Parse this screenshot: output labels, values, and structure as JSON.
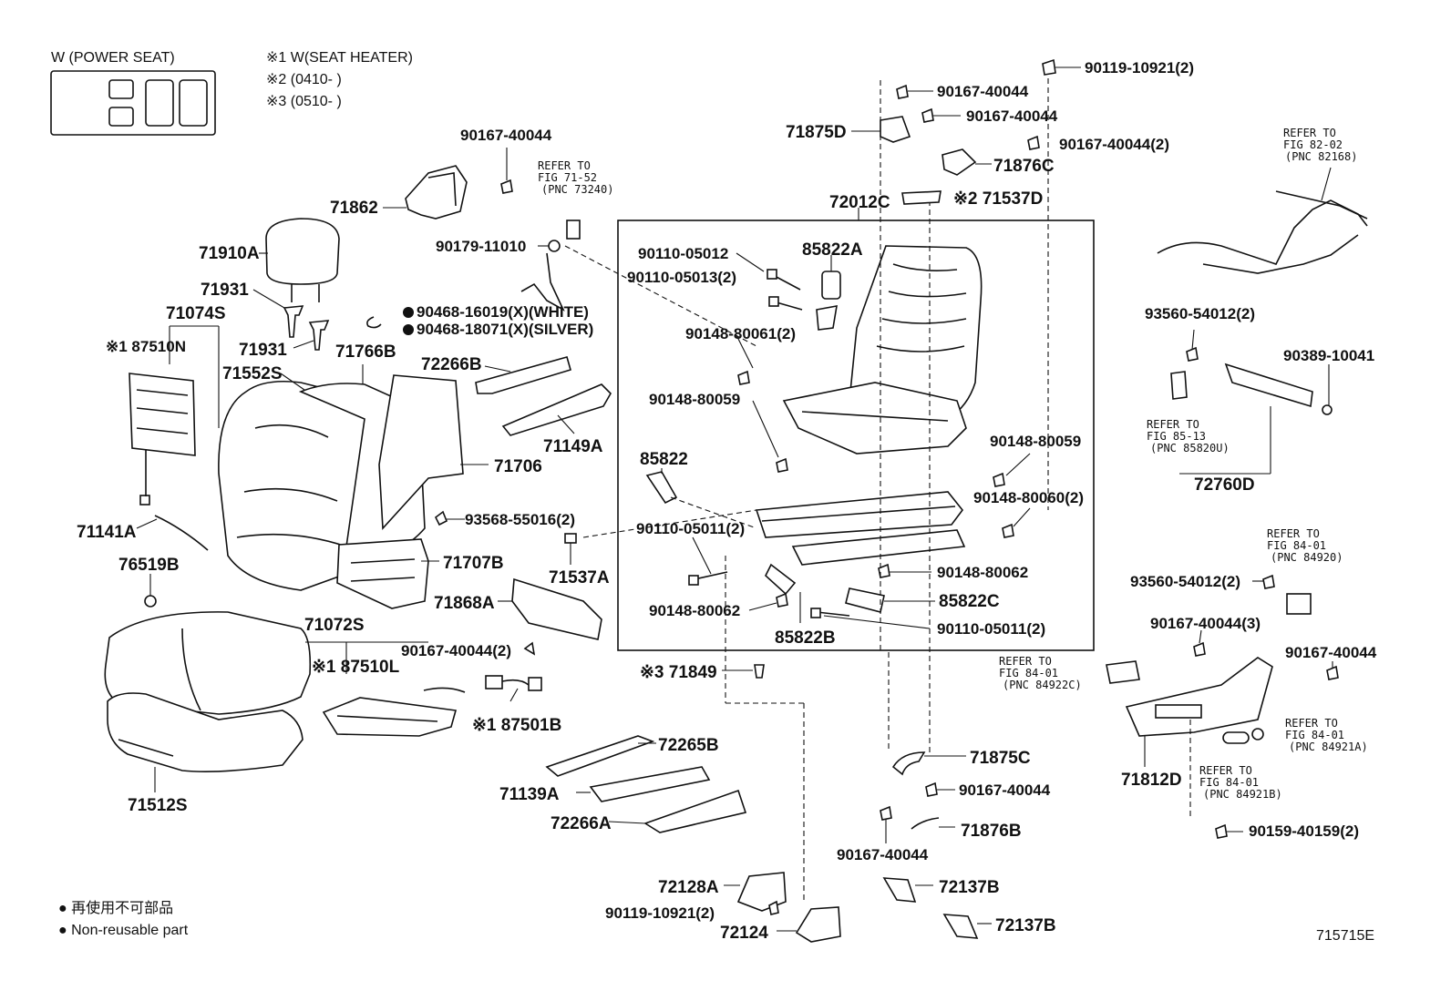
{
  "variants": {
    "power_seat": "W (POWER SEAT)",
    "n1": "※1 W(SEAT HEATER)",
    "n2": "※2 (0410-    )",
    "n3": "※3 (0510-    )"
  },
  "legend": {
    "jp": "● 再使用不可部品",
    "en": "● Non-reusable part"
  },
  "figure_id": "715715E",
  "refs": {
    "r7152": [
      "REFER TO",
      "FIG 71-52",
      "(PNC 73240)"
    ],
    "r8202": [
      "REFER TO",
      "FIG 82-02",
      "(PNC 82168)"
    ],
    "r8513": [
      "REFER TO",
      "FIG 85-13",
      "(PNC 85820U)"
    ],
    "r8401a": [
      "REFER TO",
      "FIG 84-01",
      "(PNC 84920)"
    ],
    "r8401b": [
      "REFER TO",
      "FIG 84-01",
      "(PNC 84922C)"
    ],
    "r8401c": [
      "REFER TO",
      "FIG 84-01",
      "(PNC 84921A)"
    ],
    "r8401d": [
      "REFER TO",
      "FIG 84-01",
      "(PNC 84921B)"
    ]
  },
  "parts": {
    "p71862": "71862",
    "p90167_a": "90167-40044",
    "p71910A": "71910A",
    "p90179": "90179-11010",
    "p71931a": "71931",
    "p71931b": "71931",
    "p71074S": "71074S",
    "p187510N": "※1 87510N",
    "p90468_1": "● 90468-16019(X)(WHITE)",
    "p90468_2": "● 90468-18071(X)(SILVER)",
    "p71552S": "71552S",
    "p71766B": "71766B",
    "p72266B": "72266B",
    "p71149A": "71149A",
    "p71706": "71706",
    "p71141A": "71141A",
    "p93568": "93568-55016(2)",
    "p76519B": "76519B",
    "p71707B": "71707B",
    "p71072S": "71072S",
    "p187510L": "※1 87510L",
    "p90167_2": "90167-40044(2)",
    "p187501B": "※1 87501B",
    "p71512S": "71512S",
    "p71537A": "71537A",
    "p71868A": "71868A",
    "p71849": "※3 71849",
    "p72265B": "72265B",
    "p71139A": "71139A",
    "p72266A": "72266A",
    "p72128A": "72128A",
    "p90119_2": "90119-10921(2)",
    "p72124": "72124",
    "p90119_top": "90119-10921(2)",
    "p90167_b": "90167-40044",
    "p90167_c": "90167-40044",
    "p71875D": "71875D",
    "p90167_d": "90167-40044(2)",
    "p71876C": "71876C",
    "p72012C": "72012C",
    "p71537D": "※2 71537D",
    "p90110_05012": "90110-05012",
    "p85822A": "85822A",
    "p90110_05013": "90110-05013(2)",
    "p90148_80061": "90148-80061(2)",
    "p90148_80059a": "90148-80059",
    "p90148_80059b": "90148-80059",
    "p85822": "85822",
    "p90148_80060": "90148-80060(2)",
    "p90110_05011a": "90110-05011(2)",
    "p90148_80062a": "90148-80062",
    "p85822C": "85822C",
    "p90148_80062b": "90148-80062",
    "p90110_05011b": "90110-05011(2)",
    "p85822B": "85822B",
    "p71875C": "71875C",
    "p90167_e": "90167-40044",
    "p71876B": "71876B",
    "p90167_f": "90167-40044",
    "p72137B_a": "72137B",
    "p72137B_b": "72137B",
    "p93560_a": "93560-54012(2)",
    "p90389": "90389-10041",
    "p72760D": "72760D",
    "p93560_b": "93560-54012(2)",
    "p90167_g": "90167-40044(3)",
    "p90167_h": "90167-40044",
    "p71812D": "71812D",
    "p90159": "90159-40159(2)"
  }
}
